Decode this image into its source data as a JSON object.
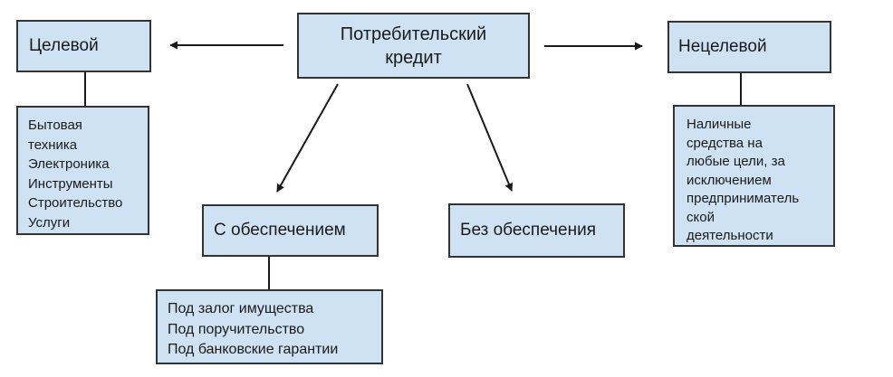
{
  "diagram": {
    "root": {
      "label": "Потребительский\nкредит"
    },
    "targeted": {
      "label": "Целевой"
    },
    "non_targeted": {
      "label": "Нецелевой"
    },
    "targeted_details": {
      "lines": [
        "Бытовая",
        "техника",
        "Электроника",
        "Инструменты",
        "Строительство",
        "Услуги"
      ]
    },
    "non_targeted_details": {
      "lines": [
        "Наличные",
        "средства на",
        "любые цели, за",
        "исключением",
        "предприниматель",
        "ской",
        "деятельности"
      ]
    },
    "secured": {
      "label": "С обеспечением"
    },
    "unsecured": {
      "label": "Без обеспечения"
    },
    "secured_details": {
      "lines": [
        "Под залог имущества",
        "Под поручительство",
        "Под банковские гарантии"
      ]
    },
    "colors": {
      "box_fill": "#cfe2f3",
      "box_border": "#333333",
      "line": "#1a1a1a",
      "text": "#1a1a1a",
      "background": "#ffffff"
    }
  }
}
